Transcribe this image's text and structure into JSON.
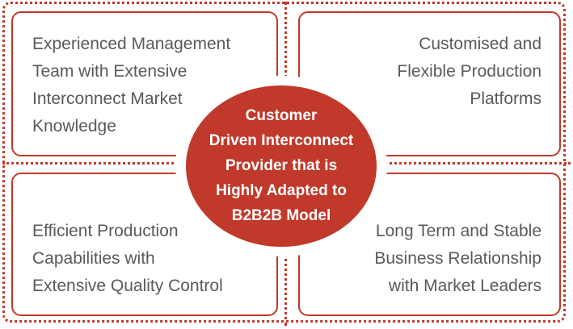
{
  "colors": {
    "accent": "#c0392b",
    "text": "#595959",
    "center_text": "#ffffff"
  },
  "quadrants": {
    "top_left": "Experienced Management\nTeam with Extensive\nInterconnect Market\nKnowledge",
    "top_right": "Customised and\nFlexible Production\nPlatforms",
    "bottom_left": "Efficient Production\nCapabilities with\nExtensive Quality Control",
    "bottom_right": "Long Term and Stable\nBusiness Relationship\nwith Market Leaders"
  },
  "center": {
    "text": "Customer\nDriven Interconnect\nProvider that is\nHighly Adapted to\nB2B2B Model"
  }
}
